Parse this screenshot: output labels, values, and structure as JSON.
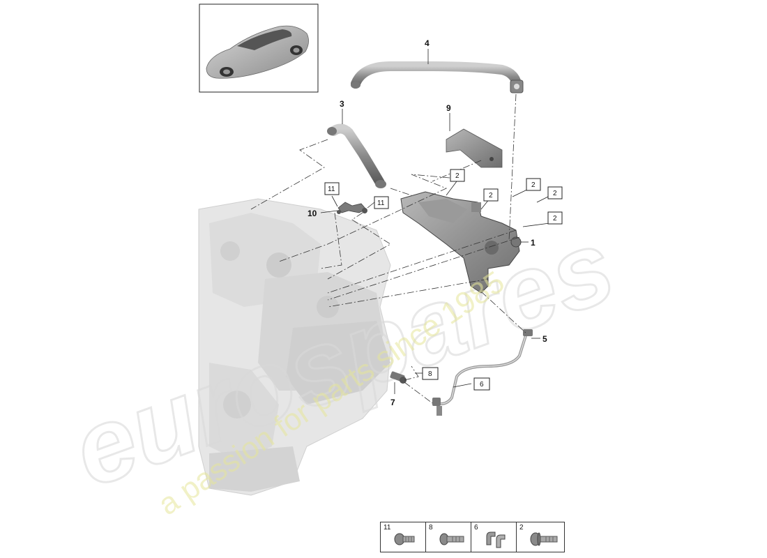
{
  "watermark": {
    "logo": "eurospares",
    "slogan": "a passion for parts since 1985"
  },
  "thumbnail": {
    "icon": "car-thumbnail-icon"
  },
  "callouts": {
    "c1": "1",
    "c3": "3",
    "c4": "4",
    "c5": "5",
    "c7": "7",
    "c9": "9",
    "c10": "10"
  },
  "boxed_callouts": {
    "b2a": "2",
    "b2b": "2",
    "b2c": "2",
    "b2d": "2",
    "b2e": "2",
    "b6": "6",
    "b8": "8",
    "b11a": "11",
    "b11b": "11"
  },
  "legend": {
    "items": [
      {
        "number": "11",
        "icon": "short-bolt-icon"
      },
      {
        "number": "8",
        "icon": "bolt-icon"
      },
      {
        "number": "6",
        "icon": "hose-clip-icon"
      },
      {
        "number": "2",
        "icon": "flange-bolt-icon"
      }
    ]
  },
  "colors": {
    "engine": "#e4e4e4",
    "parts": "#8c8c8c",
    "watermark_text": "#e6e69a"
  }
}
